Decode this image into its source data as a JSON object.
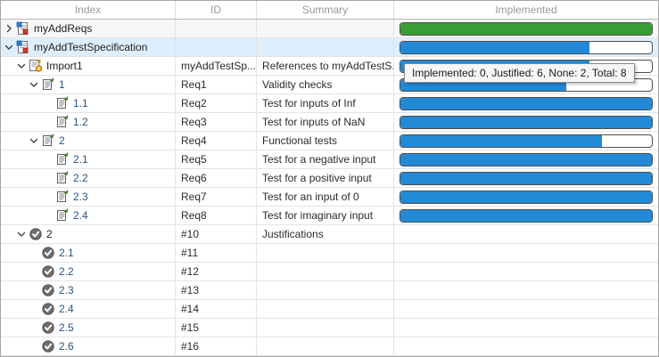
{
  "columns": [
    {
      "key": "index",
      "label": "Index"
    },
    {
      "key": "id",
      "label": "ID"
    },
    {
      "key": "summary",
      "label": "Summary"
    },
    {
      "key": "implemented",
      "label": "Implemented"
    }
  ],
  "colors": {
    "bar_green": "#3a9c35",
    "bar_blue": "#2189d6",
    "bar_empty": "#ffffff",
    "selected_row": "#ddeefc",
    "header_text": "#9a9a9a"
  },
  "tooltip": {
    "text": "Implemented: 0, Justified: 6, None: 2, Total: 8",
    "implemented": 0,
    "justified": 6,
    "none": 2,
    "total": 8
  },
  "rows": [
    {
      "index": "myAddReqs",
      "id": "",
      "summary": "",
      "icon": "requirement-set-icon",
      "twisty": "collapsed",
      "level": 0,
      "bar": {
        "percent": 100,
        "color": "green"
      },
      "rowstyle": "alt"
    },
    {
      "index": "myAddTestSpecification",
      "id": "",
      "summary": "",
      "icon": "requirement-set-icon",
      "twisty": "expanded",
      "level": 0,
      "bar": {
        "percent": 75,
        "color": "blue"
      },
      "rowstyle": "sel"
    },
    {
      "index": "Import1",
      "id": "myAddTestSp...",
      "summary": "References to myAddTestS...",
      "icon": "imported-requirements-icon",
      "twisty": "expanded",
      "level": 1,
      "bar": {
        "percent": 75,
        "color": "blue"
      },
      "rowstyle": ""
    },
    {
      "index": "1",
      "id": "Req1",
      "summary": "Validity checks",
      "icon": "requirement-icon",
      "twisty": "expanded",
      "level": 2,
      "bar": {
        "percent": 66,
        "color": "blue"
      },
      "rowstyle": ""
    },
    {
      "index": "1.1",
      "id": "Req2",
      "summary": "Test for inputs of Inf",
      "icon": "requirement-icon",
      "twisty": "none",
      "level": 3,
      "bar": {
        "percent": 100,
        "color": "blue"
      },
      "rowstyle": ""
    },
    {
      "index": "1.2",
      "id": "Req3",
      "summary": "Test for inputs of NaN",
      "icon": "requirement-icon",
      "twisty": "none",
      "level": 3,
      "bar": {
        "percent": 100,
        "color": "blue"
      },
      "rowstyle": ""
    },
    {
      "index": "2",
      "id": "Req4",
      "summary": "Functional tests",
      "icon": "requirement-icon",
      "twisty": "expanded",
      "level": 2,
      "bar": {
        "percent": 80,
        "color": "blue"
      },
      "rowstyle": ""
    },
    {
      "index": "2.1",
      "id": "Req5",
      "summary": "Test for a negative input",
      "icon": "requirement-icon",
      "twisty": "none",
      "level": 3,
      "bar": {
        "percent": 100,
        "color": "blue"
      },
      "rowstyle": ""
    },
    {
      "index": "2.2",
      "id": "Req6",
      "summary": "Test for a positive input",
      "icon": "requirement-icon",
      "twisty": "none",
      "level": 3,
      "bar": {
        "percent": 100,
        "color": "blue"
      },
      "rowstyle": ""
    },
    {
      "index": "2.3",
      "id": "Req7",
      "summary": "Test for an input of 0",
      "icon": "requirement-icon",
      "twisty": "none",
      "level": 3,
      "bar": {
        "percent": 100,
        "color": "blue"
      },
      "rowstyle": ""
    },
    {
      "index": "2.4",
      "id": "Req8",
      "summary": "Test for imaginary input",
      "icon": "requirement-icon",
      "twisty": "none",
      "level": 3,
      "bar": {
        "percent": 100,
        "color": "blue"
      },
      "rowstyle": ""
    },
    {
      "index": "2",
      "id": "#10",
      "summary": "Justifications",
      "icon": "justification-icon",
      "twisty": "expanded",
      "level": 1,
      "bar": null,
      "rowstyle": ""
    },
    {
      "index": "2.1",
      "id": "#11",
      "summary": "",
      "icon": "justification-icon",
      "twisty": "none",
      "level": 2,
      "bar": null,
      "rowstyle": ""
    },
    {
      "index": "2.2",
      "id": "#12",
      "summary": "",
      "icon": "justification-icon",
      "twisty": "none",
      "level": 2,
      "bar": null,
      "rowstyle": ""
    },
    {
      "index": "2.3",
      "id": "#13",
      "summary": "",
      "icon": "justification-icon",
      "twisty": "none",
      "level": 2,
      "bar": null,
      "rowstyle": ""
    },
    {
      "index": "2.4",
      "id": "#14",
      "summary": "",
      "icon": "justification-icon",
      "twisty": "none",
      "level": 2,
      "bar": null,
      "rowstyle": ""
    },
    {
      "index": "2.5",
      "id": "#15",
      "summary": "",
      "icon": "justification-icon",
      "twisty": "none",
      "level": 2,
      "bar": null,
      "rowstyle": ""
    },
    {
      "index": "2.6",
      "id": "#16",
      "summary": "",
      "icon": "justification-icon",
      "twisty": "none",
      "level": 2,
      "bar": null,
      "rowstyle": ""
    }
  ]
}
